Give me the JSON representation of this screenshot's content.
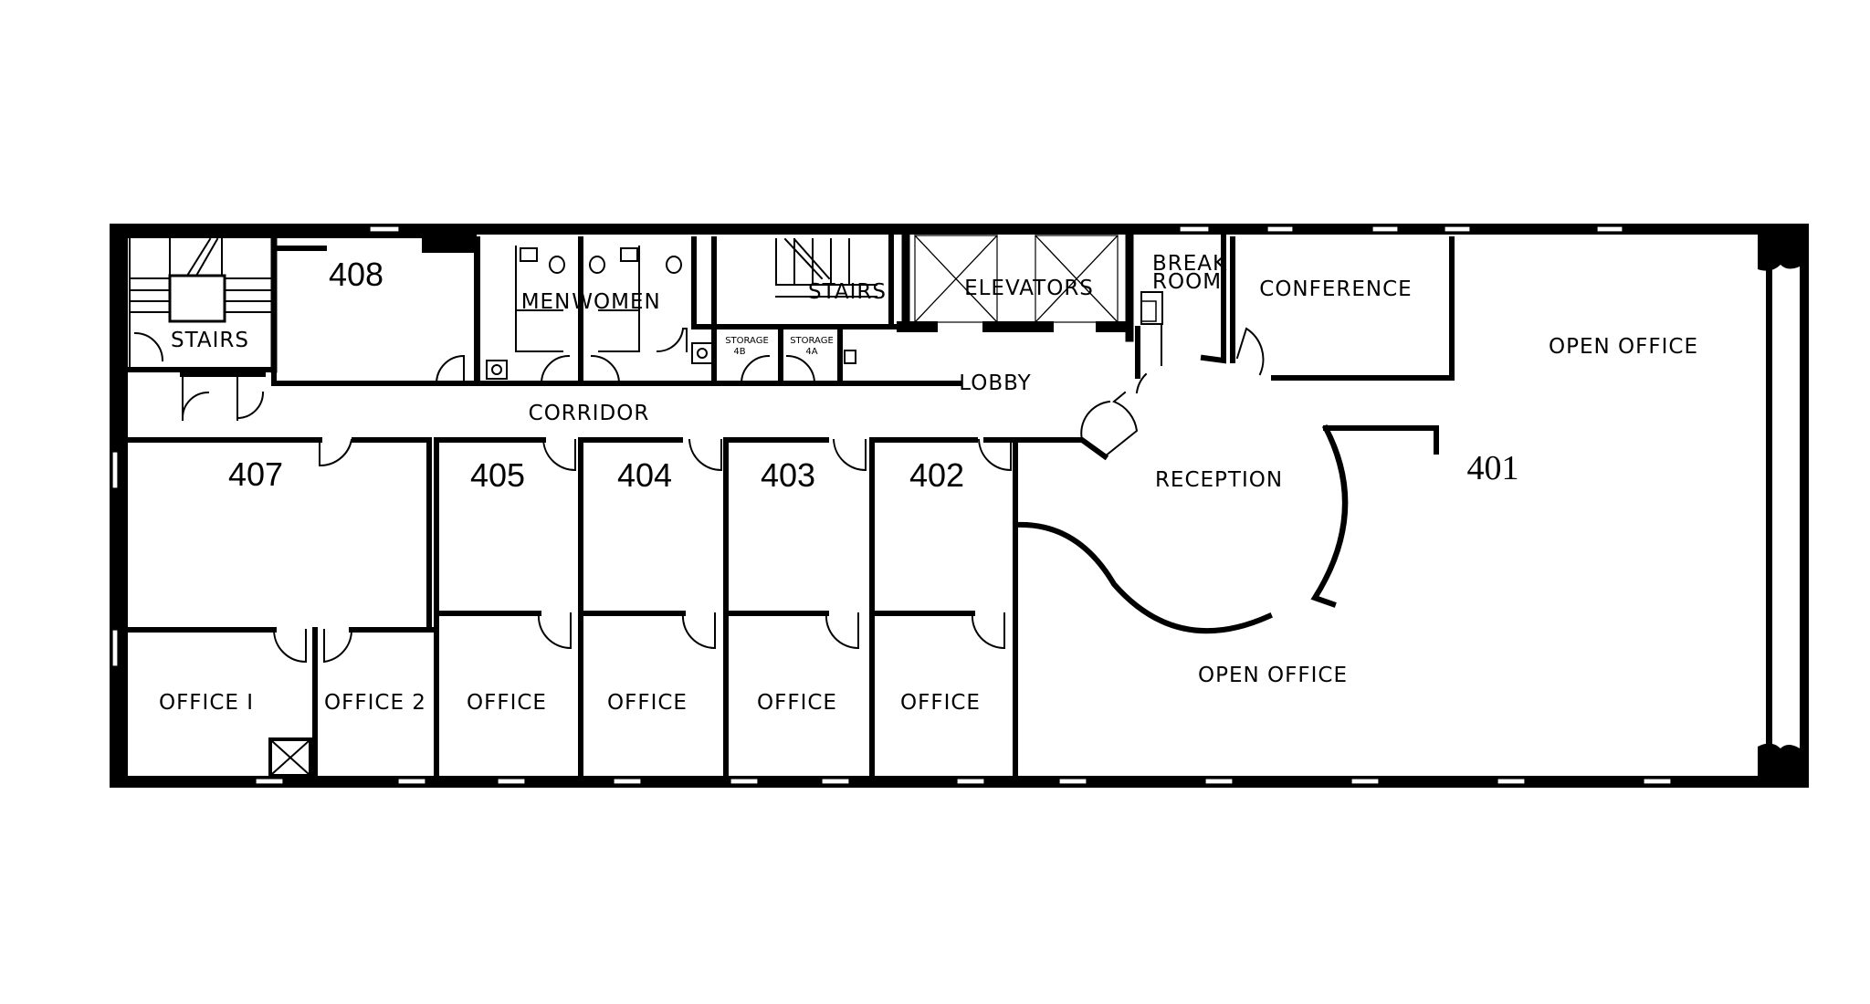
{
  "floor_plan": {
    "rooms": {
      "stairs_west": "STAIRS",
      "r408": "408",
      "men": "MEN",
      "women": "WOMEN",
      "stairs_east": "STAIRS",
      "elevators": "ELEVATORS",
      "break_room_1": "BREAK",
      "break_room_2": "ROOM",
      "conference": "CONFERENCE",
      "open_office_north": "OPEN OFFICE",
      "storage_4b_1": "STORAGE",
      "storage_4b_2": "4B",
      "storage_4a_1": "STORAGE",
      "storage_4a_2": "4A",
      "lobby": "LOBBY",
      "corridor": "CORRIDOR",
      "r407": "407",
      "r405": "405",
      "r404": "404",
      "r403": "403",
      "r402": "402",
      "reception": "RECEPTION",
      "r401": "401",
      "office_1": "OFFICE I",
      "office_2": "OFFICE 2",
      "office_405": "OFFICE",
      "office_404": "OFFICE",
      "office_403": "OFFICE",
      "office_402": "OFFICE",
      "open_office_south": "OPEN OFFICE"
    }
  }
}
